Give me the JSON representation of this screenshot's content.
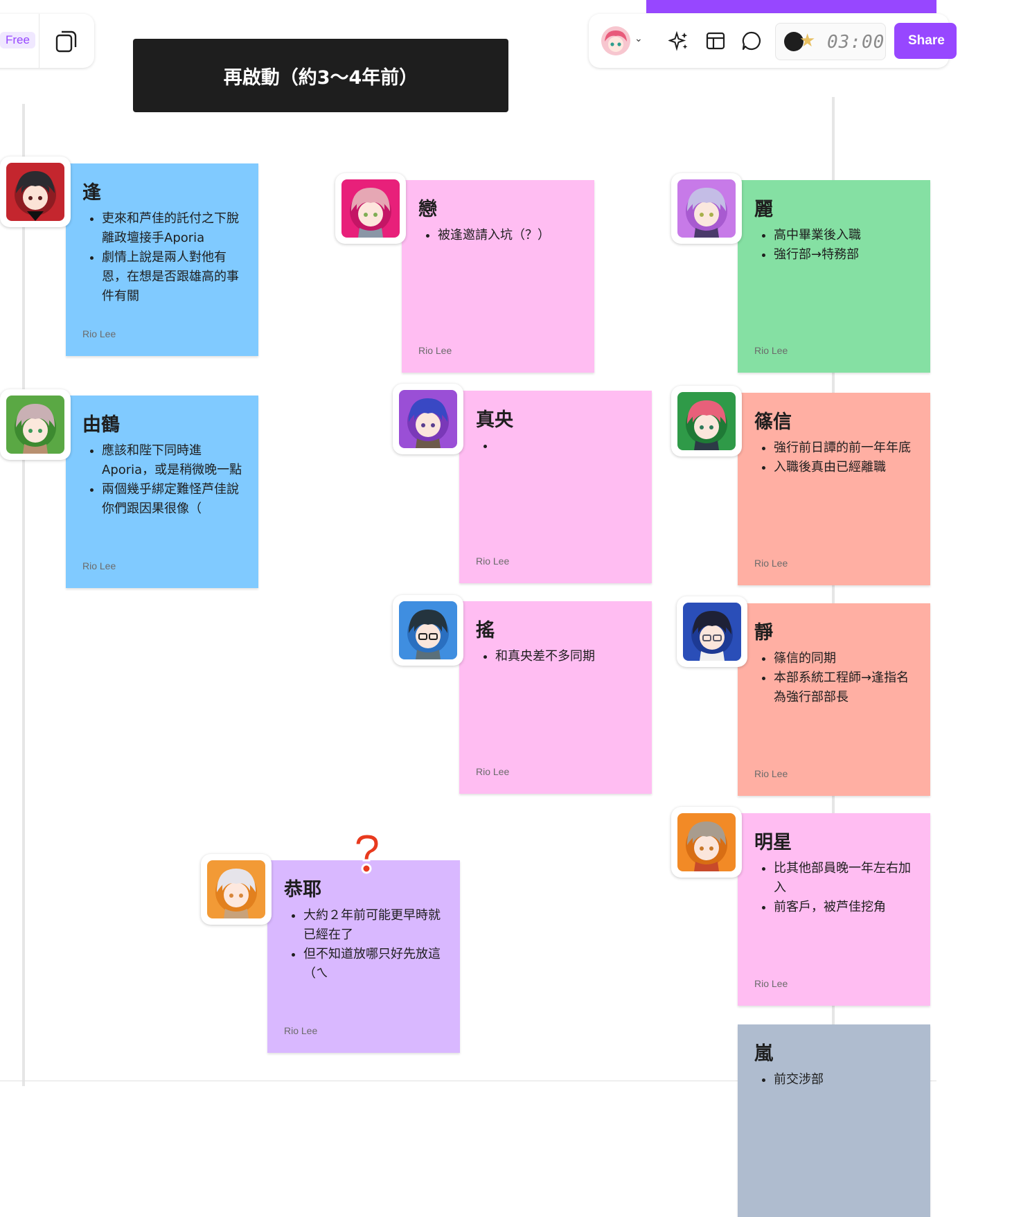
{
  "topbar": {
    "plan_badge": "Free",
    "share_label": "Share",
    "timer": "03:00"
  },
  "section": {
    "title": "再啟動（約3〜4年前）"
  },
  "colors": {
    "accent": "#9747ff",
    "blue": "#80caff",
    "pink": "#ffbdf2",
    "green": "#85e0a3",
    "salmon": "#ffafa3",
    "violet": "#d9b8ff",
    "slate": "#afbccf"
  },
  "notes": [
    {
      "title": "逢",
      "items": [
        "吏來和芦佳的託付之下脫離政壇接手Aporia",
        "劇情上說是兩人對他有恩，在想是否跟雄高的事件有關"
      ],
      "author": "Rio Lee"
    },
    {
      "title": "由鶴",
      "items": [
        "應該和陛下同時進Aporia，或是稍微晚一點",
        "兩個幾乎綁定難怪芦佳說你們跟因果很像（"
      ],
      "author": "Rio Lee"
    },
    {
      "title": "戀",
      "items": [
        "被逢邀請入坑（？）"
      ],
      "author": "Rio Lee"
    },
    {
      "title": "真央",
      "items": [
        ""
      ],
      "author": "Rio Lee"
    },
    {
      "title": "搖",
      "items": [
        "和真央差不多同期"
      ],
      "author": "Rio Lee"
    },
    {
      "title": "恭耶",
      "items": [
        "大約２年前可能更早時就已經在了",
        "但不知道放哪只好先放這（ㄟ"
      ],
      "author": "Rio Lee"
    },
    {
      "title": "麗",
      "items": [
        "高中畢業後入職",
        "強行部→特務部"
      ],
      "author": "Rio Lee"
    },
    {
      "title": "篠信",
      "items": [
        "強行前日譚的前一年年底",
        "入職後真由已經離職"
      ],
      "author": "Rio Lee"
    },
    {
      "title": "靜",
      "items": [
        "篠信的同期",
        "本部系統工程師→逢指名為強行部部長"
      ],
      "author": "Rio Lee"
    },
    {
      "title": "明星",
      "items": [
        "比其他部員晚一年左右加入",
        "前客戶，被芦佳挖角"
      ],
      "author": "Rio Lee"
    },
    {
      "title": "嵐",
      "items": [
        "前交涉部"
      ],
      "author": ""
    }
  ]
}
